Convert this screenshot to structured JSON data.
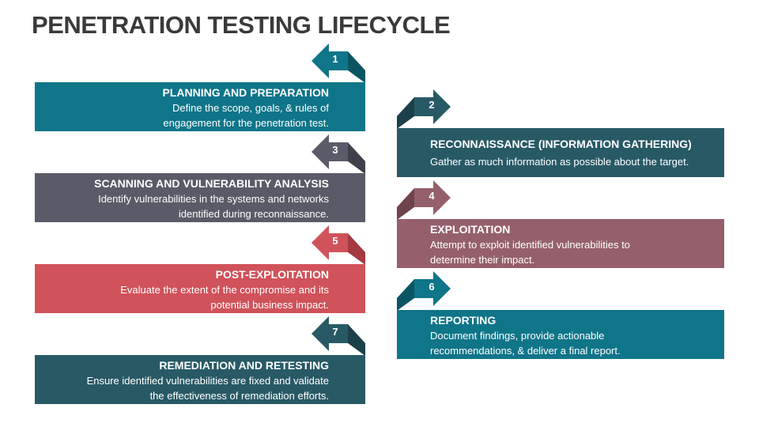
{
  "title": "PENETRATION TESTING LIFECYCLE",
  "steps": [
    {
      "number": "1",
      "heading": "PLANNING AND PREPARATION",
      "line1": "Define the scope, goals, & rules of",
      "line2": "engagement for the penetration test.",
      "color": "#0f7589",
      "dark": "#0b5563"
    },
    {
      "number": "2",
      "heading": "RECONNAISSANCE (INFORMATION GATHERING)",
      "line1": "Gather as much information as possible about the target.",
      "line2": "",
      "color": "#285a66",
      "dark": "#1c4049"
    },
    {
      "number": "3",
      "heading": "SCANNING AND VULNERABILITY ANALYSIS",
      "line1": "Identify vulnerabilities in the systems and networks",
      "line2": "identified during reconnaissance.",
      "color": "#5a5b68",
      "dark": "#3f404b"
    },
    {
      "number": "4",
      "heading": "EXPLOITATION",
      "line1": "Attempt to exploit identified vulnerabilities to",
      "line2": "determine their impact.",
      "color": "#95606b",
      "dark": "#6e434c"
    },
    {
      "number": "5",
      "heading": "POST-EXPLOITATION",
      "line1": "Evaluate the extent of the compromise and its",
      "line2": "potential business impact.",
      "color": "#d0525a",
      "dark": "#a53a41"
    },
    {
      "number": "6",
      "heading": "REPORTING",
      "line1": "Document findings, provide actionable",
      "line2": "recommendations, & deliver a final report.",
      "color": "#0f7589",
      "dark": "#0b5563"
    },
    {
      "number": "7",
      "heading": "REMEDIATION AND RETESTING",
      "line1": "Ensure identified vulnerabilities are fixed and validate",
      "line2": "the effectiveness of remediation efforts.",
      "color": "#285a66",
      "dark": "#1c4049"
    }
  ]
}
